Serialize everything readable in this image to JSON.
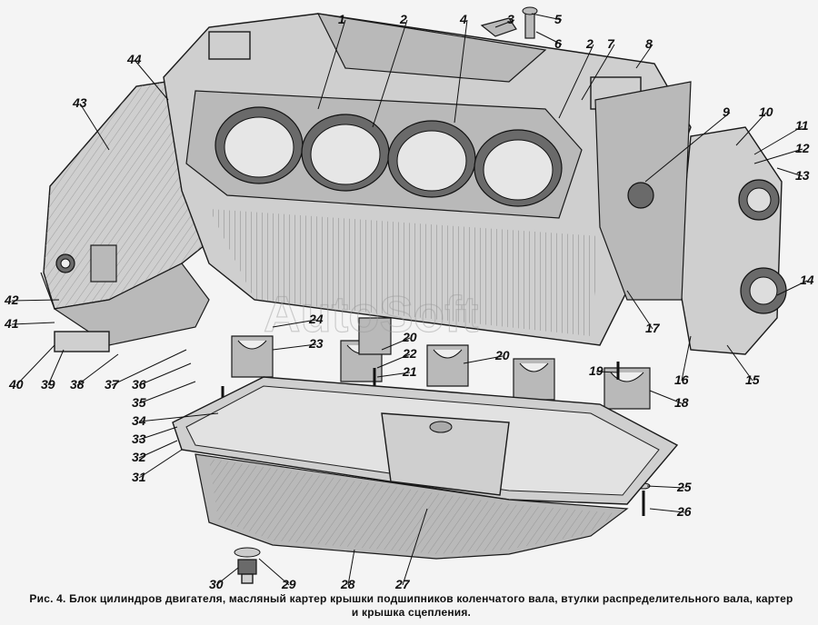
{
  "caption": "Рис. 4. Блок цилиндров двигателя, масляный картер крышки подшипников коленчатого вала, втулки распределительного вала, картер и крышка сцепления.",
  "watermark": "AutoSoft",
  "callouts": [
    {
      "id": "1"
    },
    {
      "id": "2"
    },
    {
      "id": "2"
    },
    {
      "id": "3"
    },
    {
      "id": "4"
    },
    {
      "id": "5"
    },
    {
      "id": "6"
    },
    {
      "id": "7"
    },
    {
      "id": "8"
    },
    {
      "id": "9"
    },
    {
      "id": "10"
    },
    {
      "id": "11"
    },
    {
      "id": "12"
    },
    {
      "id": "13"
    },
    {
      "id": "14"
    },
    {
      "id": "15"
    },
    {
      "id": "16"
    },
    {
      "id": "17"
    },
    {
      "id": "18"
    },
    {
      "id": "19"
    },
    {
      "id": "20"
    },
    {
      "id": "20"
    },
    {
      "id": "21"
    },
    {
      "id": "22"
    },
    {
      "id": "23"
    },
    {
      "id": "24"
    },
    {
      "id": "25"
    },
    {
      "id": "26"
    },
    {
      "id": "27"
    },
    {
      "id": "28"
    },
    {
      "id": "29"
    },
    {
      "id": "30"
    },
    {
      "id": "31"
    },
    {
      "id": "32"
    },
    {
      "id": "33"
    },
    {
      "id": "34"
    },
    {
      "id": "35"
    },
    {
      "id": "36"
    },
    {
      "id": "37"
    },
    {
      "id": "38"
    },
    {
      "id": "39"
    },
    {
      "id": "40"
    },
    {
      "id": "41"
    },
    {
      "id": "42"
    },
    {
      "id": "43"
    },
    {
      "id": "44"
    }
  ]
}
